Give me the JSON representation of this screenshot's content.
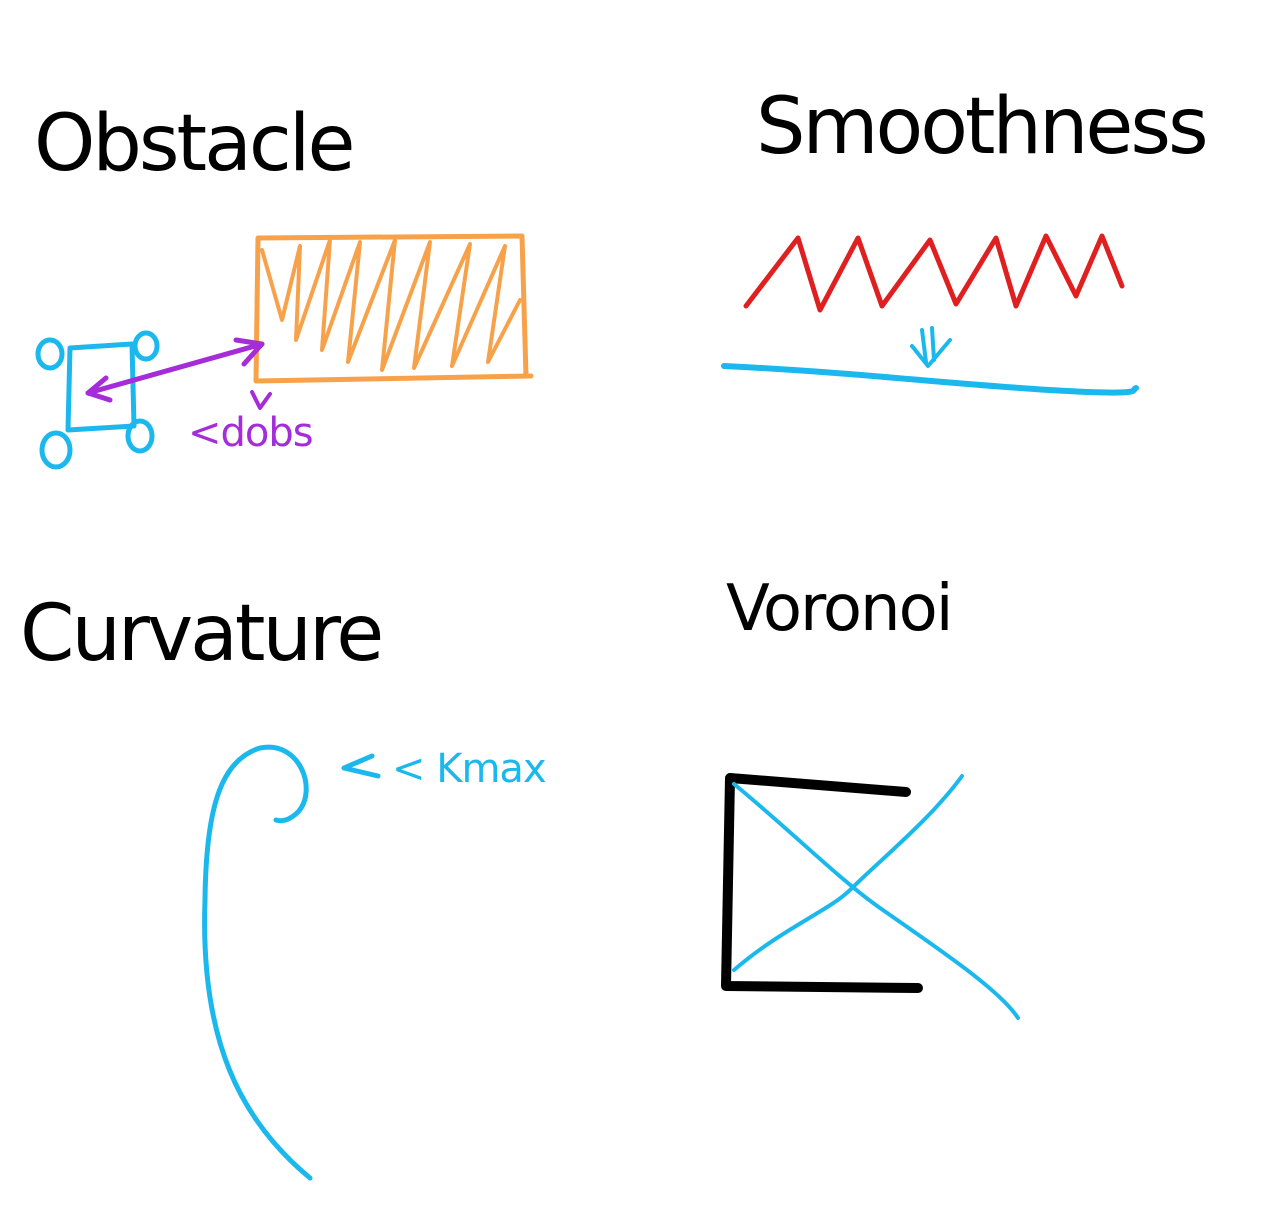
{
  "panels": {
    "obstacle": {
      "title": "Obstacle",
      "label": "<dobs"
    },
    "smoothness": {
      "title": "Smoothness"
    },
    "curvature": {
      "title": "Curvature",
      "label": "< Kmax"
    },
    "voronoi": {
      "title": "Voronoi"
    }
  },
  "colors": {
    "ink": "#000000",
    "vehicle": "#1bb8ee",
    "obstacle": "#f7a14a",
    "distance": "#a52cd9",
    "rough_path": "#e02020",
    "smooth_path": "#1bb8ee"
  }
}
